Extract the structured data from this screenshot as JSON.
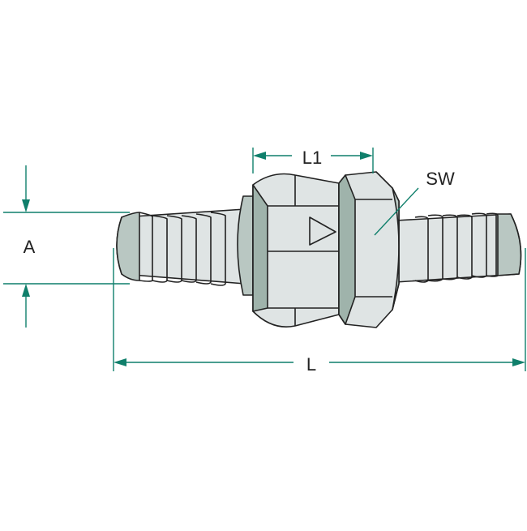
{
  "labels": {
    "a": "A",
    "l": "L",
    "l1": "L1",
    "sw": "SW"
  },
  "colors": {
    "dimension": "#0f7f6b",
    "outline": "#222222",
    "body_fill": "#dfe4e4",
    "shade_fill": "#b9c7c2",
    "accent_fill": "#9fb3ab",
    "background": "#ffffff"
  }
}
